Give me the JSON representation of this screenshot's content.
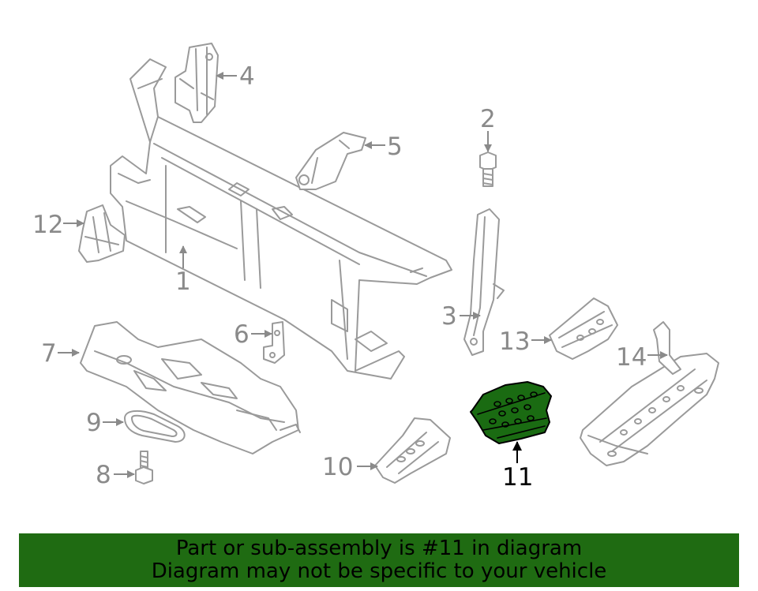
{
  "colors": {
    "highlight": "#1a6b12",
    "banner": "#1f6b12",
    "part_outline": "#9a9a9a",
    "label_gray": "#8a8a8a"
  },
  "highlighted_part": "11",
  "callouts": {
    "c1": "1",
    "c2": "2",
    "c3": "3",
    "c4": "4",
    "c5": "5",
    "c6": "6",
    "c7": "7",
    "c8": "8",
    "c9": "9",
    "c10": "10",
    "c11": "11",
    "c12": "12",
    "c13": "13",
    "c14": "14"
  },
  "banner": {
    "line1": "Part or sub-assembly is #11 in diagram",
    "line2": "Diagram may not be specific to your vehicle"
  }
}
